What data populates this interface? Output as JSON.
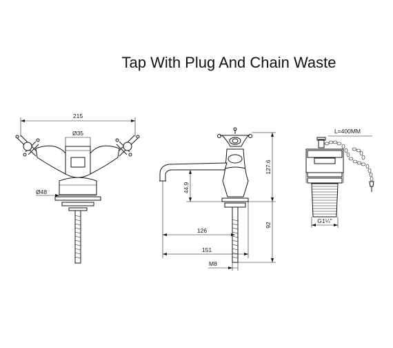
{
  "title": "Tap With Plug And Chain Waste",
  "front_view": {
    "width_label": "215",
    "body_dia_label": "Ø35",
    "base_dia_label": "Ø48"
  },
  "side_view": {
    "height_label": "127.6",
    "spout_height_label": "44.9",
    "spout_reach_label": "126",
    "shank_length_label": "92",
    "overall_reach_label": "151",
    "thread_label": "M8"
  },
  "waste_view": {
    "chain_length_label": "L=400MM",
    "thread_label": "G1¼\""
  }
}
